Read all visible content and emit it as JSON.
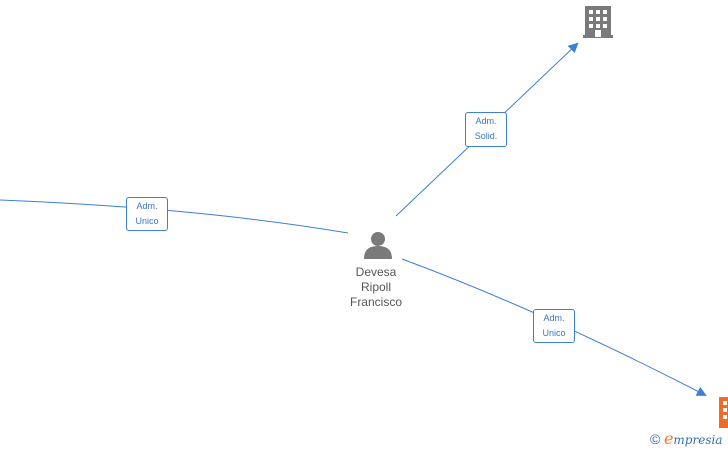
{
  "diagram": {
    "center_person": {
      "name_lines": [
        "Devesa",
        "Ripoll",
        "Francisco"
      ],
      "icon": "person-icon",
      "color": "#7a7a7a"
    },
    "edges": [
      {
        "id": "left",
        "label_lines": [
          "Adm.",
          "Unico"
        ]
      },
      {
        "id": "top-right",
        "label_lines": [
          "Adm.",
          "Solid."
        ]
      },
      {
        "id": "bottom-right",
        "label_lines": [
          "Adm.",
          "Unico"
        ]
      }
    ],
    "companies": [
      {
        "id": "top",
        "icon": "building-icon",
        "color": "#7a7a7a"
      },
      {
        "id": "bottom-right",
        "icon": "building-icon",
        "color": "#f06a2a"
      }
    ],
    "edge_color": "#3d7fd4"
  },
  "watermark": {
    "copyright_symbol": "©",
    "brand_initial": "e",
    "brand_rest": "mpresia"
  }
}
